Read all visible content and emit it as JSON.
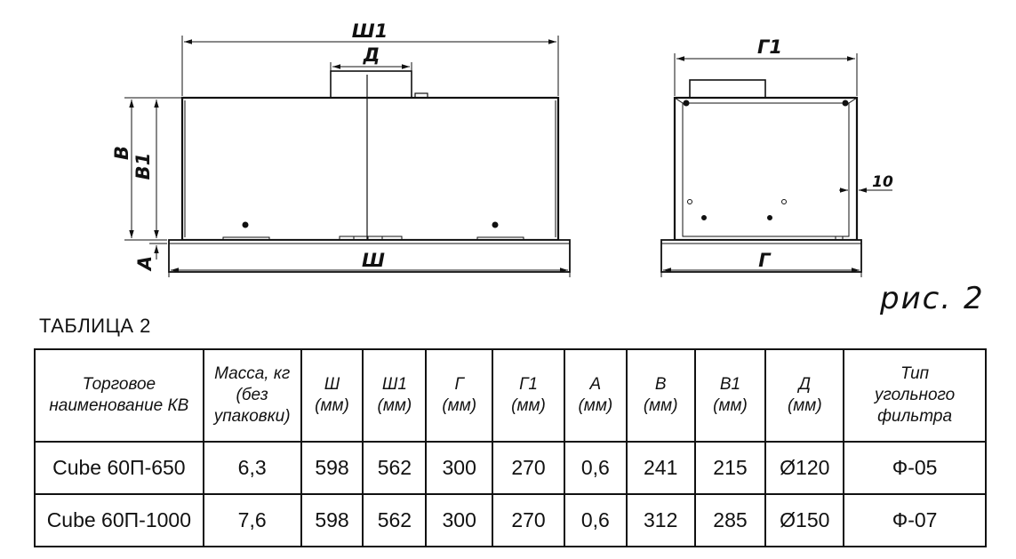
{
  "figure": {
    "caption": "рис. 2",
    "labels": {
      "width_total": "Ш1",
      "duct_diameter": "Д",
      "height_total": "В",
      "height_body": "В1",
      "panel_thickness": "А",
      "width": "Ш",
      "depth_total": "Г1",
      "depth": "Г",
      "offset": "10"
    }
  },
  "table": {
    "title": "ТАБЛИЦА 2",
    "headers": [
      [
        "Торговое",
        "наименование КВ"
      ],
      [
        "Масса, кг",
        "(без",
        "упаковки)"
      ],
      [
        "Ш",
        "(мм)"
      ],
      [
        "Ш1",
        "(мм)"
      ],
      [
        "Г",
        "(мм)"
      ],
      [
        "Г1",
        "(мм)"
      ],
      [
        "А",
        "(мм)"
      ],
      [
        "В",
        "(мм)"
      ],
      [
        "В1",
        "(мм)"
      ],
      [
        "Д",
        "(мм)"
      ],
      [
        "Тип",
        "угольного",
        "фильтра"
      ]
    ],
    "rows": [
      [
        "Cube 60П-650",
        "6,3",
        "598",
        "562",
        "300",
        "270",
        "0,6",
        "241",
        "215",
        "Ø120",
        "Ф-05"
      ],
      [
        "Cube 60П-1000",
        "7,6",
        "598",
        "562",
        "300",
        "270",
        "0,6",
        "312",
        "285",
        "Ø150",
        "Ф-07"
      ]
    ]
  }
}
